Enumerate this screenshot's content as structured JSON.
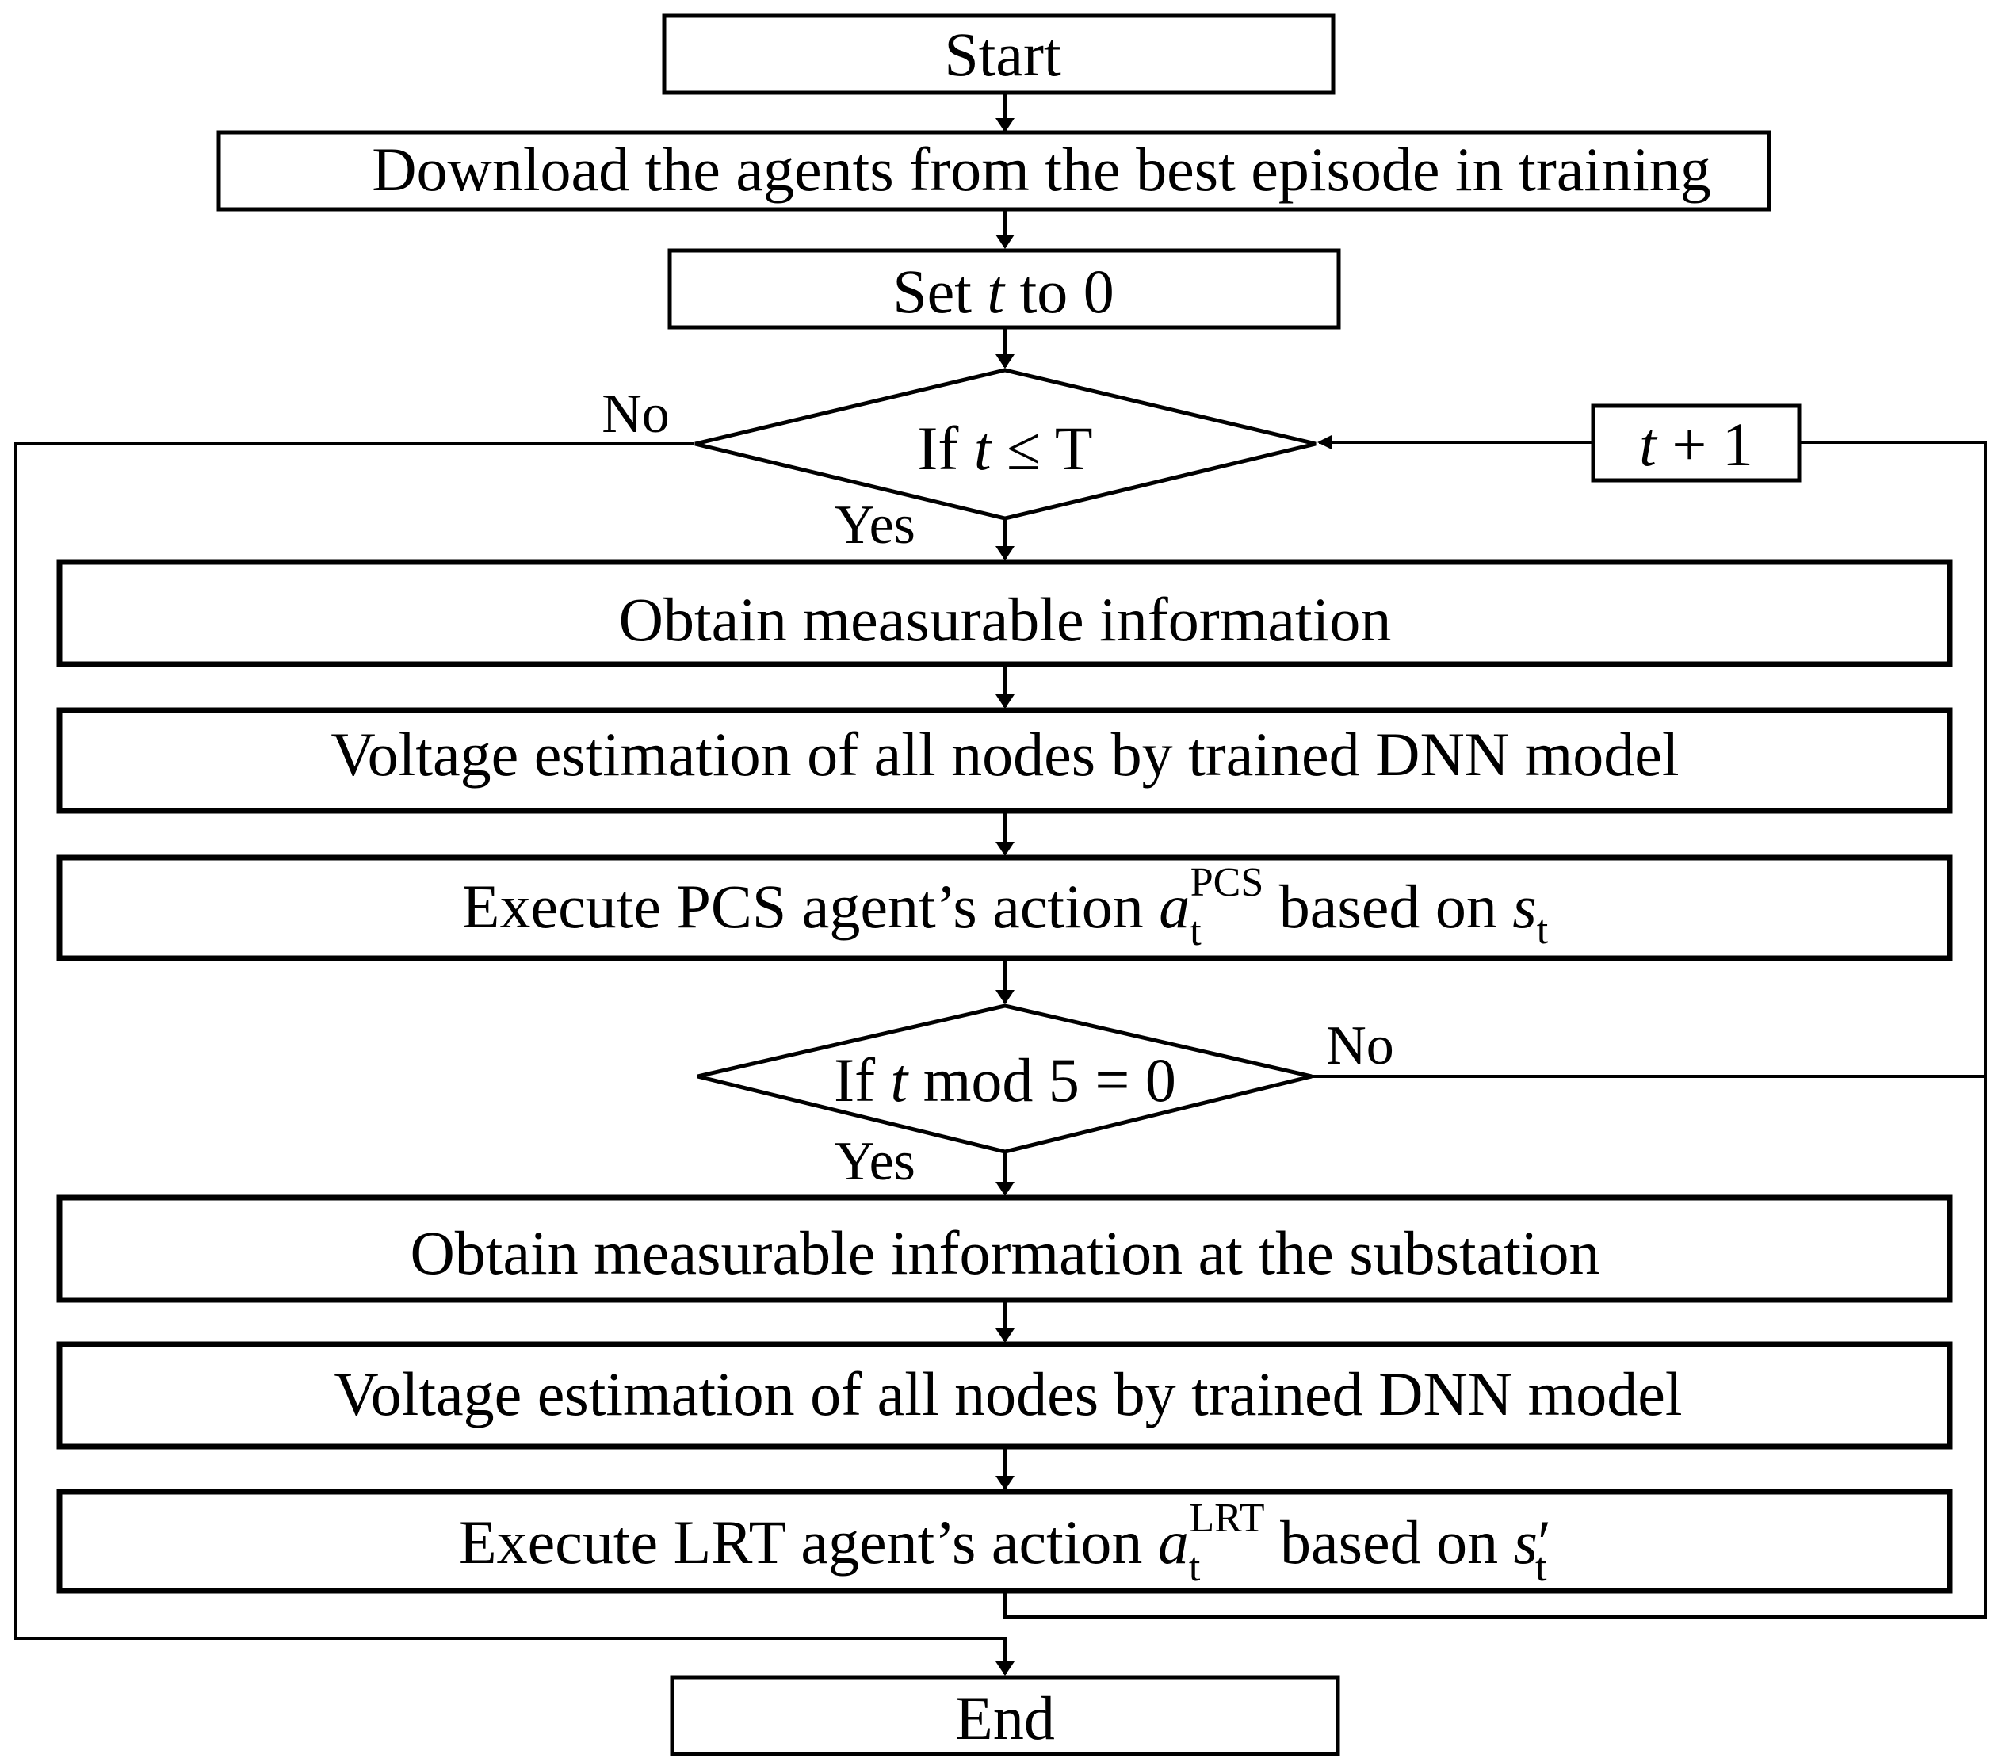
{
  "flowchart": {
    "start": "Start",
    "download": "Download the agents from the best episode in training",
    "set_t": {
      "pre": "Set ",
      "var": "t",
      "post": " to 0"
    },
    "decision_t": {
      "pre": "If ",
      "var": "t",
      "post": " ≤ T"
    },
    "increment": {
      "var": "t",
      "post": " + 1"
    },
    "obtain_info": "Obtain measurable information",
    "voltage_est_1": "Voltage estimation of all nodes by trained DNN model",
    "pcs_action": {
      "pre": "Execute PCS agent’s action ",
      "var": "a",
      "sub": "t",
      "sup": "PCS",
      "mid": " based on ",
      "state": "s",
      "state_sub": "t"
    },
    "decision_mod": {
      "pre": "If ",
      "var": "t",
      "post": " mod 5 = 0"
    },
    "obtain_sub": "Obtain measurable information at the substation",
    "voltage_est_2": "Voltage estimation of all nodes by trained DNN model",
    "lrt_action": {
      "pre": "Execute LRT agent’s action ",
      "var": "a",
      "sub": "t",
      "sup": "LRT",
      "mid": " based on ",
      "state": "s",
      "prime": "′",
      "state_sub": "t"
    },
    "end": "End",
    "labels": {
      "no_top": "No",
      "yes_top": "Yes",
      "no_mod": "No",
      "yes_mod": "Yes"
    }
  }
}
